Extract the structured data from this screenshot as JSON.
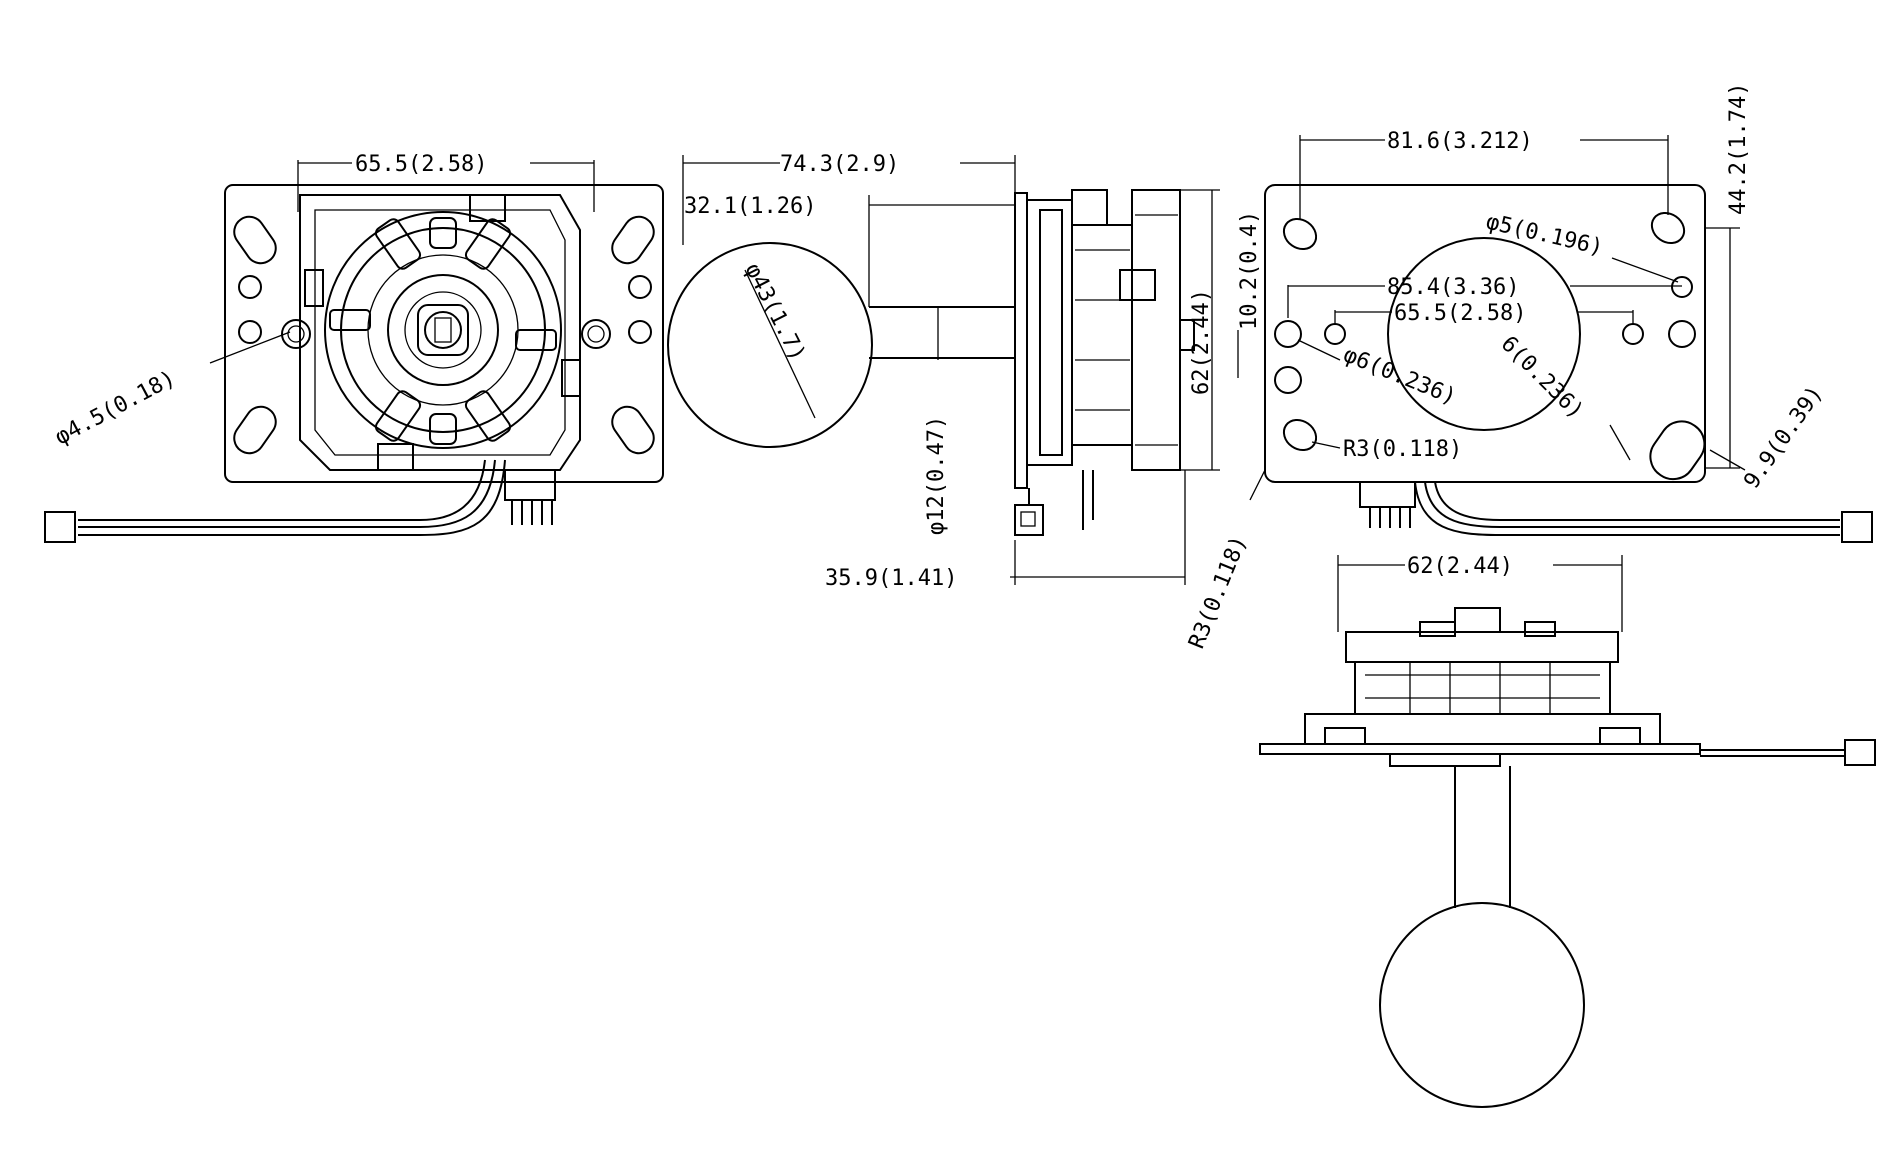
{
  "dimensions": {
    "top_width": "65.5(2.58)",
    "hole_left": "φ4.5(0.18)",
    "total_length": "74.3(2.9)",
    "shaft_length": "32.1(1.26)",
    "ball_dia": "φ43(1.7)",
    "shaft_dia": "φ12(0.47)",
    "bottom_length": "35.9(1.41)",
    "side_height": "62(2.44)",
    "offset_small": "10.2(0.4)",
    "plate_width": "81.6(3.212)",
    "plate_height": "44.2(1.74)",
    "hole_small": "φ5(0.196)",
    "hole_span_outer": "85.4(3.36)",
    "hole_span_inner": "65.5(2.58)",
    "hole_mid": "φ6(0.236)",
    "slot_width": "6(0.236)",
    "slot_length": "9.9(0.39)",
    "slot_radius": "R3(0.118)",
    "corner_radius": "R3(0.118)",
    "bottom_width": "62(2.44)"
  }
}
